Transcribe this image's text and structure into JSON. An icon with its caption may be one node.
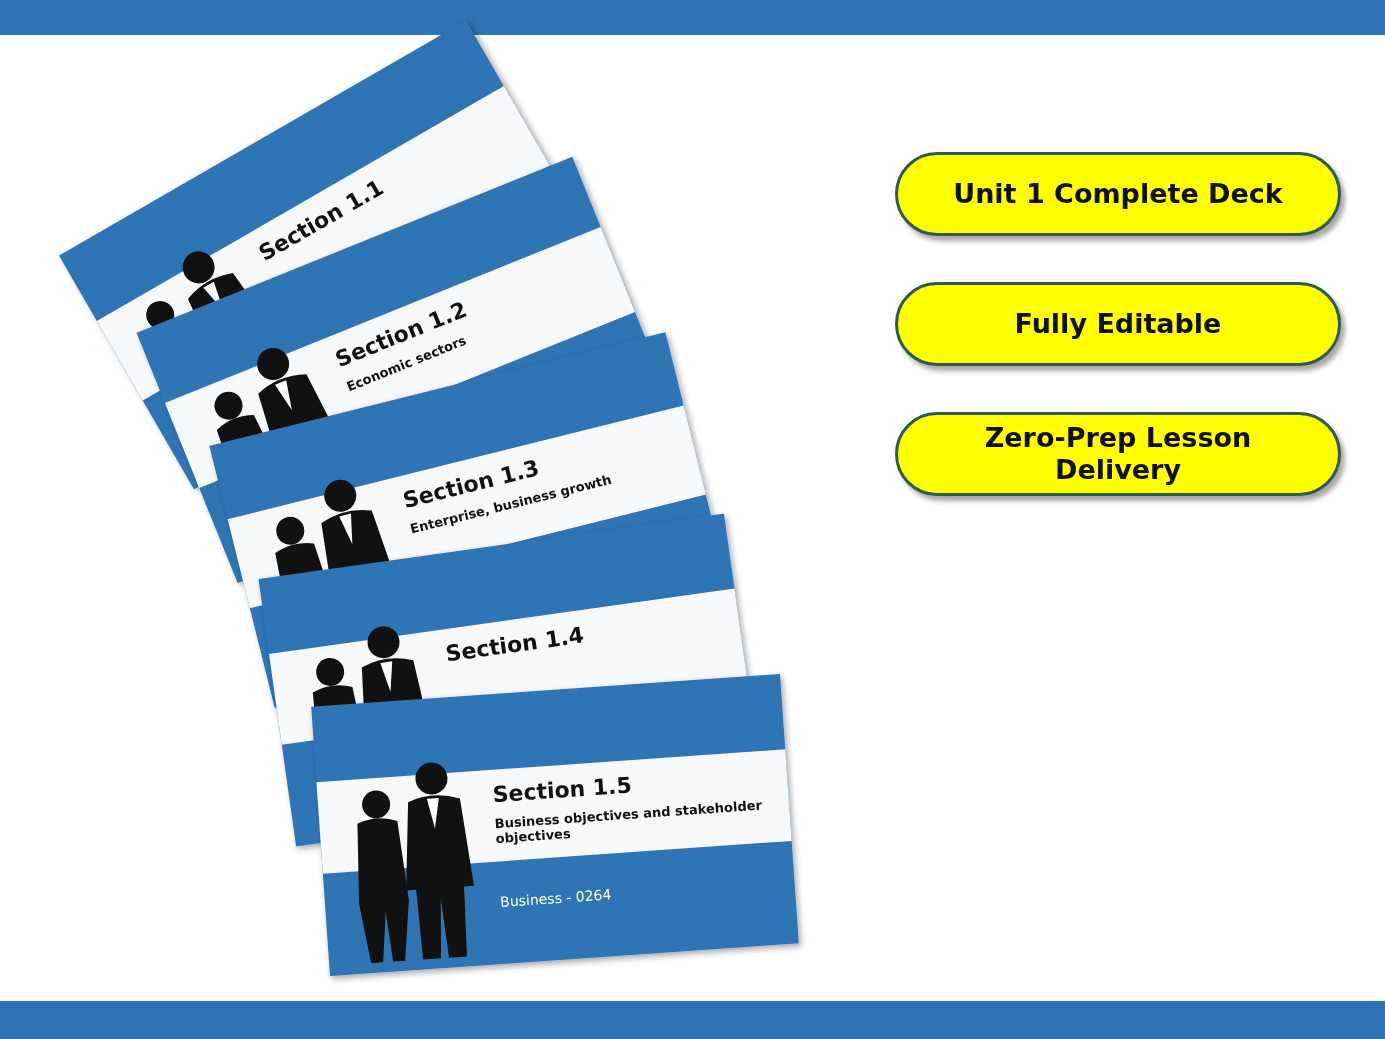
{
  "diagram": {
    "nodes": [
      {
        "text": [
          "Unit 1 Complete Deck"
        ]
      },
      {
        "text": [
          "Fully Editable"
        ]
      },
      {
        "text": [
          "Zero-Prep Lesson Delivery"
        ]
      }
    ],
    "labels": [
      "Section 1.1",
      "Section 1.2",
      "Economic sectors",
      "Section 1.3",
      "Enterprise, business growth",
      "Section 1.4",
      "Section 1.5",
      "Business objectives and stakeholder objectives",
      "Business - 0264"
    ]
  }
}
